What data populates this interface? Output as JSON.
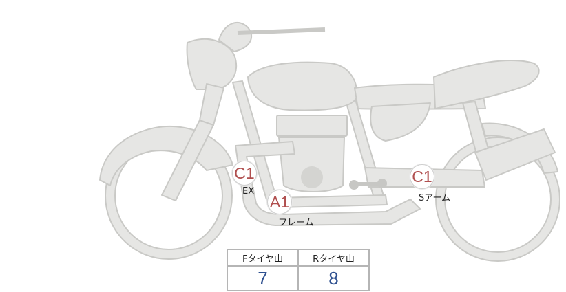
{
  "points": [
    {
      "id": "ex",
      "grade": "C1",
      "label": "EX"
    },
    {
      "id": "frame",
      "grade": "A1",
      "label": "フレーム"
    },
    {
      "id": "swingarm",
      "grade": "C1",
      "label": "Sアーム"
    }
  ],
  "tire_table": {
    "headers": [
      "Fタイヤ山",
      "Rタイヤ山"
    ],
    "values": [
      "7",
      "8"
    ],
    "value_color": "#2d4f8f"
  },
  "colors": {
    "bike_fill": "#e6e6e4",
    "bike_stroke": "#c9c9c6",
    "grade_text": "#b04f4f"
  }
}
